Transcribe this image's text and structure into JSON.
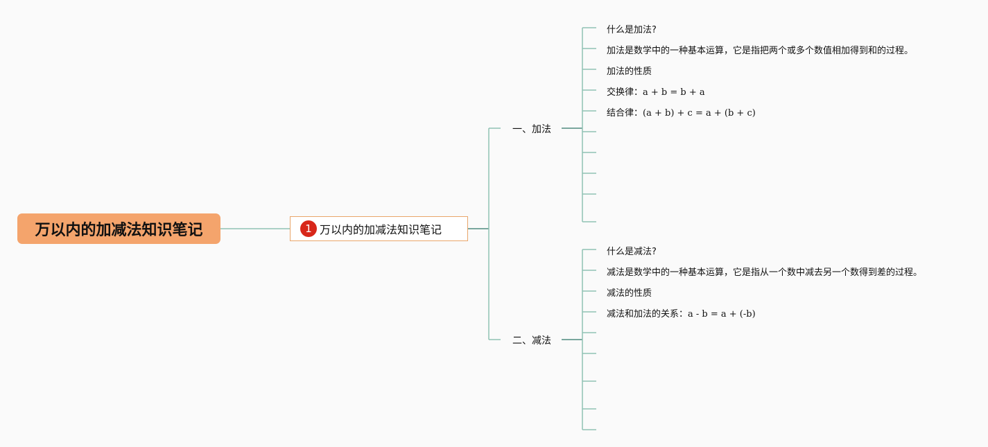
{
  "root": {
    "title": "万以内的加减法知识笔记"
  },
  "subtopic": {
    "badge": "1",
    "title": "万以内的加减法知识笔记"
  },
  "branches": [
    {
      "label": "一、加法",
      "items": [
        {
          "prefix": "什么是加法?",
          "math": ""
        },
        {
          "prefix": "加法是数学中的一种基本运算，它是指把两个或多个数值相加得到和的过程。",
          "math": ""
        },
        {
          "prefix": "加法的性质",
          "math": ""
        },
        {
          "prefix": "交换律：",
          "math": "a + b = b + a"
        },
        {
          "prefix": "结合律：",
          "math": "(a + b) + c = a + (b + c)"
        }
      ]
    },
    {
      "label": "二、减法",
      "items": [
        {
          "prefix": "什么是减法?",
          "math": ""
        },
        {
          "prefix": "减法是数学中的一种基本运算，它是指从一个数中减去另一个数得到差的过程。",
          "math": ""
        },
        {
          "prefix": "减法的性质",
          "math": ""
        },
        {
          "prefix": "减法和加法的关系：",
          "math": "a - b = a + (-b)"
        }
      ]
    }
  ],
  "colors": {
    "root_fill": "#f4a46c",
    "subtopic_border": "#e9a56a",
    "badge_fill": "#d8271a",
    "connector": "#8fc1b3",
    "connector_dark": "#4e8a7e"
  }
}
